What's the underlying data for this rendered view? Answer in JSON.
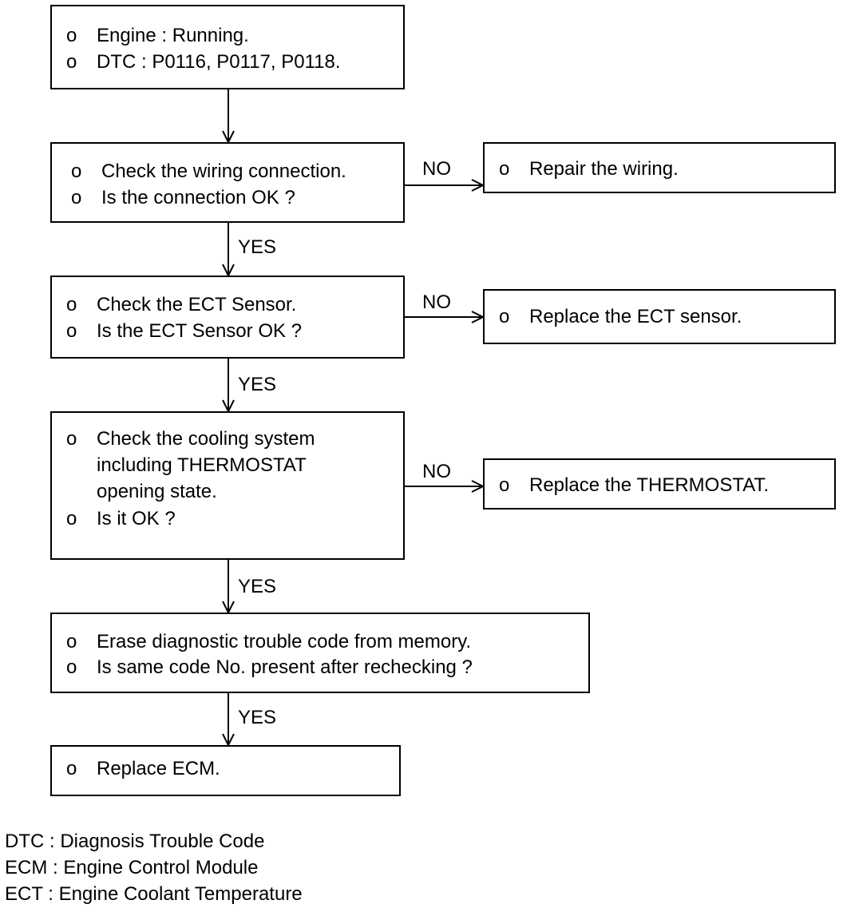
{
  "flow": {
    "start": {
      "lines": [
        "Engine : Running.",
        "DTC : P0116, P0117, P0118."
      ]
    },
    "check_wiring": {
      "lines": [
        "Check the wiring connection.",
        "Is the connection OK ?"
      ]
    },
    "repair_wiring": {
      "lines": [
        "Repair the wiring."
      ]
    },
    "check_ect": {
      "lines": [
        "Check the ECT Sensor.",
        "Is the ECT Sensor OK ?"
      ]
    },
    "replace_ect": {
      "lines": [
        "Replace the ECT sensor."
      ]
    },
    "check_cooling": {
      "lines": [
        "Check the cooling system",
        "including THERMOSTAT",
        "opening state.",
        "Is it OK  ?"
      ]
    },
    "replace_thermostat": {
      "lines": [
        "Replace the THERMOSTAT."
      ]
    },
    "erase_dtc": {
      "lines": [
        "Erase diagnostic trouble code from memory.",
        "Is same code No. present after rechecking ?"
      ]
    },
    "replace_ecm": {
      "lines": [
        "Replace ECM."
      ]
    }
  },
  "bullet": "o",
  "labels": {
    "yes": "YES",
    "no": "NO"
  },
  "legend": [
    "DTC : Diagnosis Trouble Code",
    "ECM : Engine Control Module",
    "ECT : Engine Coolant Temperature"
  ]
}
